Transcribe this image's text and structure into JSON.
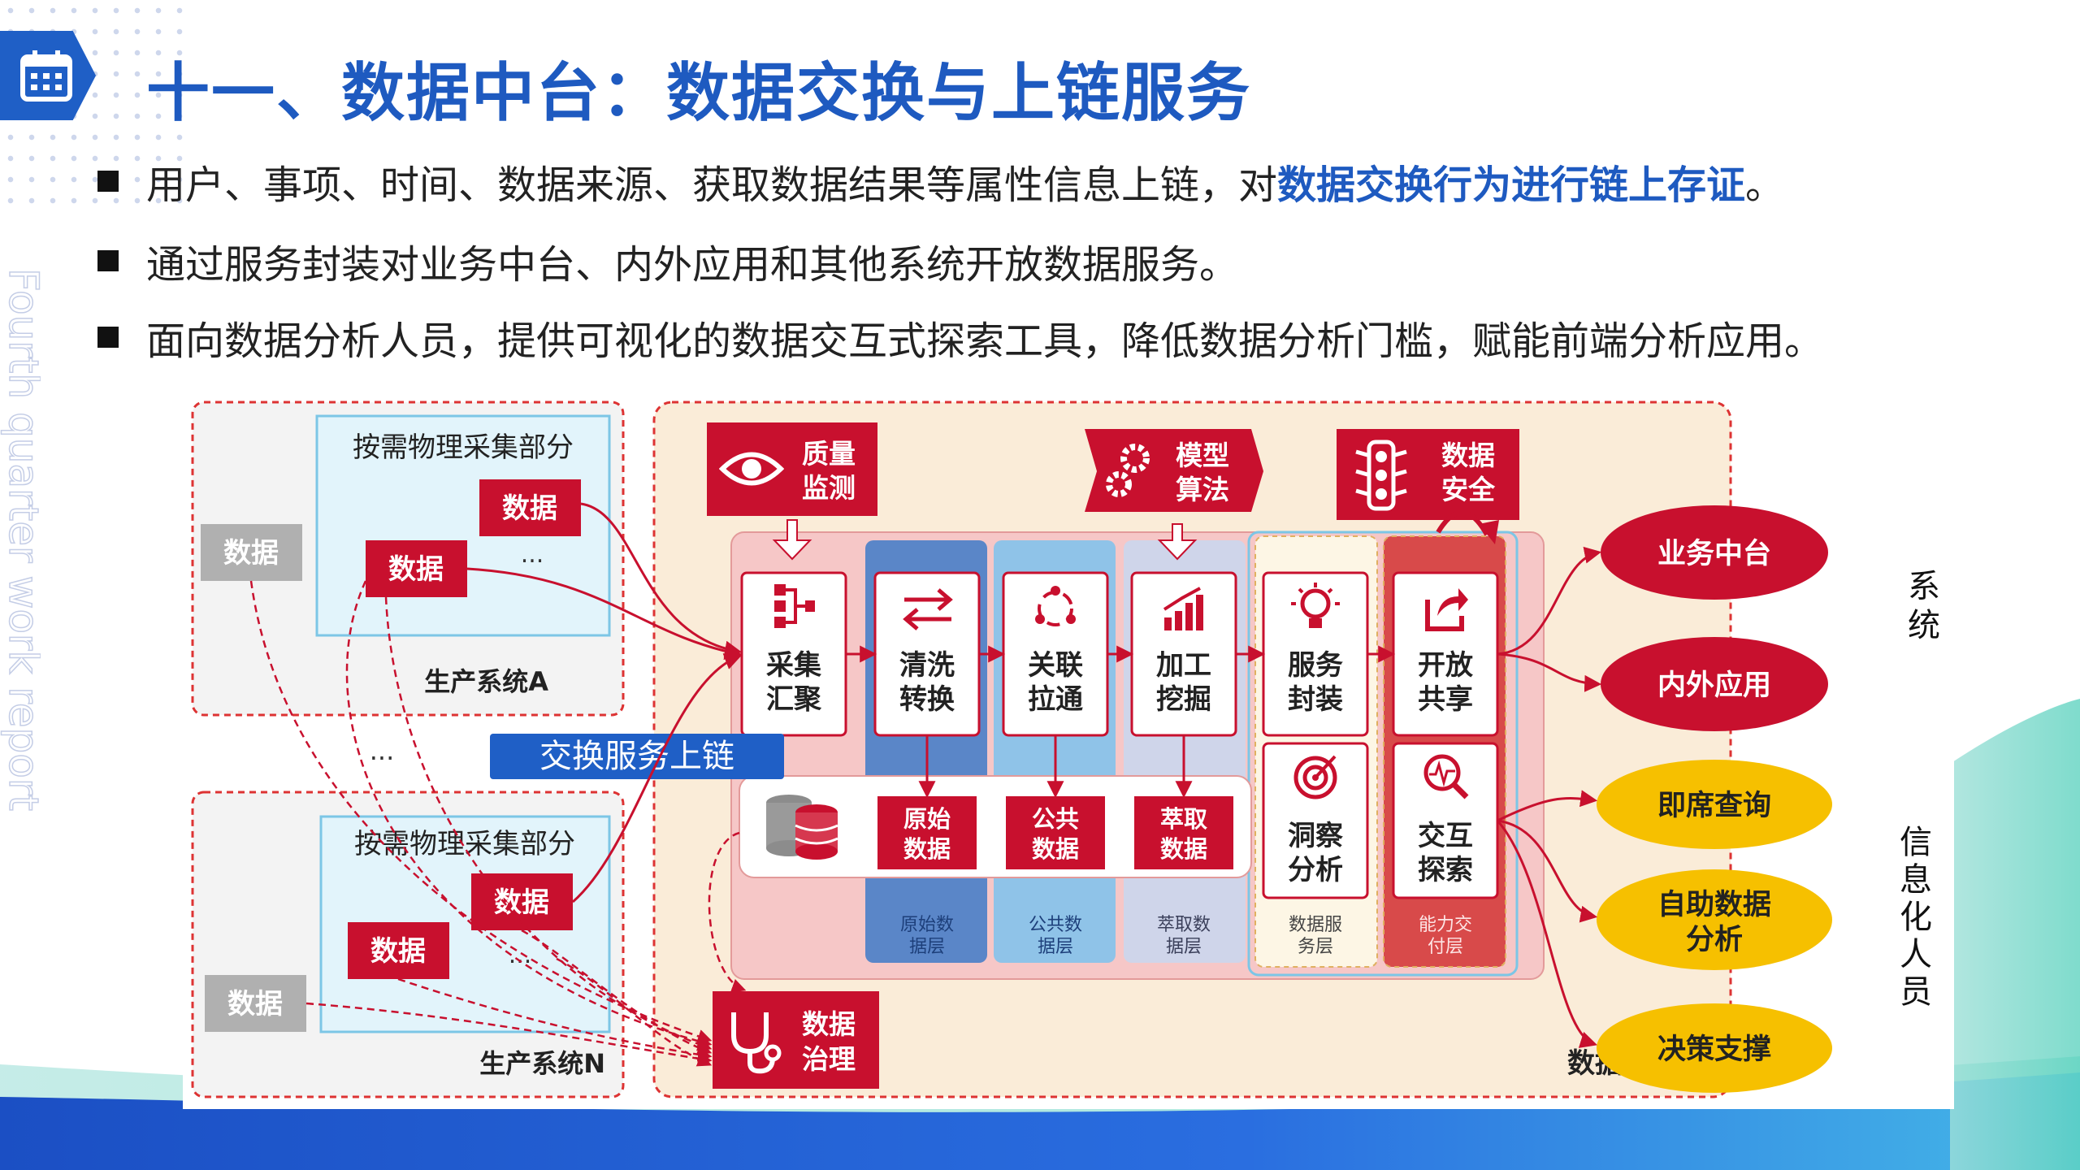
{
  "title": "十一、数据中台：数据交换与上链服务",
  "watermark": "Fourth quarter work report",
  "bullets": {
    "b1_pre": "用户、事项、时间、数据来源、获取数据结果等属性信息上链，对",
    "b1_hl": "数据交换行为进行链上存证",
    "b1_post": "。",
    "b2": "通过服务封装对业务中台、内外应用和其他系统开放数据服务。",
    "b3": "面向数据分析人员，提供可视化的数据交互式探索工具，降低数据分析门槛，赋能前端分析应用。"
  },
  "diagram": {
    "sysA": {
      "caption": "生产系统A",
      "inner_title": "按需物理采集部分",
      "data": "数据",
      "dots": "..."
    },
    "sysN": {
      "caption": "生产系统N",
      "inner_title": "按需物理采集部分",
      "data": "数据",
      "dots": "..."
    },
    "mid_dots": "...",
    "exchange_label": "交换服务上链",
    "platform_caption": "数据中台",
    "top_boxes": {
      "quality": [
        "质量",
        "监测"
      ],
      "model": [
        "模型",
        "算法"
      ],
      "security": [
        "数据",
        "安全"
      ]
    },
    "governance": [
      "数据",
      "治理"
    ],
    "steps": [
      [
        "采集",
        "汇聚"
      ],
      [
        "清洗",
        "转换"
      ],
      [
        "关联",
        "拉通"
      ],
      [
        "加工",
        "挖掘"
      ],
      [
        "服务",
        "封装"
      ],
      [
        "开放",
        "共享"
      ]
    ],
    "lower": {
      "raw": [
        "原始",
        "数据"
      ],
      "public": [
        "公共",
        "数据"
      ],
      "extract": [
        "萃取",
        "数据"
      ],
      "insight": [
        "洞察",
        "分析"
      ],
      "explore": [
        "交互",
        "探索"
      ]
    },
    "layers": {
      "raw": [
        "原始数",
        "据层"
      ],
      "public": [
        "公共数",
        "据层"
      ],
      "extract": [
        "萃取数",
        "据层"
      ],
      "service": [
        "数据服",
        "务层"
      ],
      "capability": [
        "能力交",
        "付层"
      ]
    },
    "outputs": {
      "red": [
        "业务中台",
        "内外应用"
      ],
      "yellow1": "即席查询",
      "yellow2": [
        "自助数据",
        "分析"
      ],
      "yellow3": "决策支撑"
    },
    "side_system": [
      "系",
      "统"
    ],
    "side_people": [
      "信",
      "息",
      "化",
      "人",
      "员"
    ]
  },
  "colors": {
    "brand_blue": "#1e5ac0",
    "red": "#c8102e",
    "yellow": "#f6c000",
    "pink": "#f9d2d2"
  }
}
